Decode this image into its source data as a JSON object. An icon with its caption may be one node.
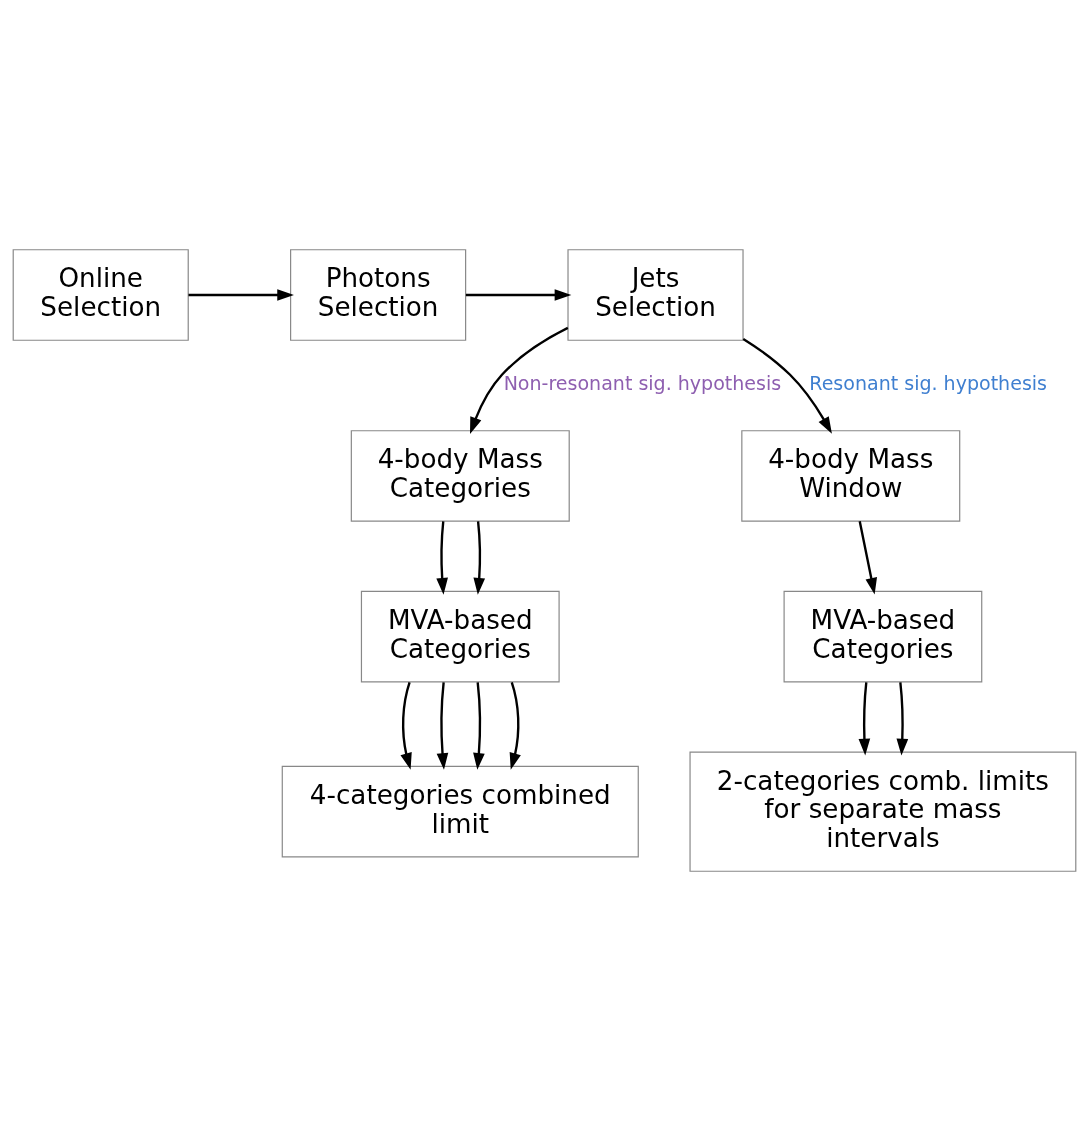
{
  "diagram": {
    "nodes": [
      {
        "text": [
          "Online Selection"
        ]
      },
      {
        "text": [
          "Photons Selection"
        ]
      },
      {
        "text": [
          "Jets Selection"
        ]
      },
      {
        "text": [
          "4-body Mass Categories"
        ]
      },
      {
        "text": [
          "4-body Mass Window"
        ]
      },
      {
        "text": [
          "MVA-based Categories"
        ]
      },
      {
        "text": [
          "MVA-based Categories"
        ]
      },
      {
        "text": [
          "4-categories combined limit"
        ]
      },
      {
        "text": [
          "2-categories comb. limits for separate mass intervals"
        ]
      }
    ],
    "edges": [
      {
        "from": 0,
        "to": 1,
        "arrow": "to"
      },
      {
        "from": 1,
        "to": 2,
        "arrow": "to"
      },
      {
        "from": 2,
        "to": 3,
        "arrow": "to",
        "label": "Non-resonant sig. hypothesis"
      },
      {
        "from": 2,
        "to": 4,
        "arrow": "to",
        "label": "Resonant sig. hypothesis"
      },
      {
        "from": 3,
        "to": 5,
        "arrow": "to"
      },
      {
        "from": 3,
        "to": 5,
        "arrow": "to"
      },
      {
        "from": 4,
        "to": 6,
        "arrow": "to"
      },
      {
        "from": 5,
        "to": 7,
        "arrow": "to"
      },
      {
        "from": 5,
        "to": 7,
        "arrow": "to"
      },
      {
        "from": 5,
        "to": 7,
        "arrow": "to"
      },
      {
        "from": 5,
        "to": 7,
        "arrow": "to"
      },
      {
        "from": 6,
        "to": 8,
        "arrow": "to"
      },
      {
        "from": 6,
        "to": 8,
        "arrow": "to"
      }
    ]
  }
}
